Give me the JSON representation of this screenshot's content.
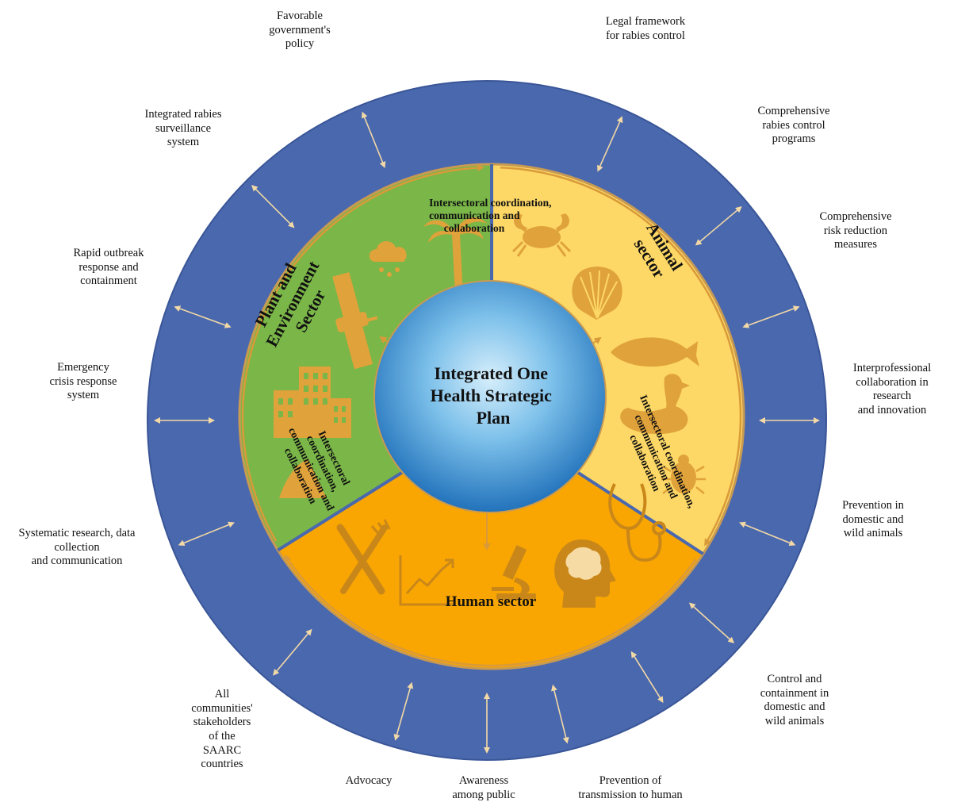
{
  "center": {
    "lines": [
      "Integrated One",
      "Health Strategic",
      "Plan"
    ]
  },
  "sectors": {
    "plant": {
      "title_lines": [
        "Plant and",
        "Environment",
        "Sector"
      ],
      "color": "#7ab648"
    },
    "animal": {
      "title_lines": [
        "Animal",
        "sector"
      ],
      "color": "#fdd866"
    },
    "human": {
      "title": "Human sector",
      "color": "#f9a602"
    }
  },
  "coordination": {
    "top_lines": [
      "Intersectoral coordination,",
      "communication and",
      "collaboration"
    ],
    "left_lines": [
      "Intersectoral",
      "coordination,",
      "communication and",
      "collaboration"
    ],
    "right_lines": [
      "Intersectoral coordination,",
      "communication and",
      "collaboration"
    ]
  },
  "outer_labels": [
    {
      "id": "favorable-policy",
      "text": "Favorable\ngovernment's\npolicy"
    },
    {
      "id": "legal-framework",
      "text": "Legal framework\nfor rabies control"
    },
    {
      "id": "surveillance",
      "text": "Integrated rabies\nsurveillance\nsystem"
    },
    {
      "id": "control-programs",
      "text": "Comprehensive\nrabies control\nprograms"
    },
    {
      "id": "risk-reduction",
      "text": "Comprehensive\nrisk reduction\nmeasures"
    },
    {
      "id": "outbreak-response",
      "text": "Rapid outbreak\nresponse and\ncontainment"
    },
    {
      "id": "interprofessional",
      "text": "Interprofessional\ncollaboration in research\nand innovation"
    },
    {
      "id": "emergency",
      "text": "Emergency\ncrisis response\nsystem"
    },
    {
      "id": "prevention-animals",
      "text": "Prevention in\ndomestic and\nwild animals"
    },
    {
      "id": "research-data",
      "text": "Systematic research, data\ncollection\nand communication"
    },
    {
      "id": "control-containment",
      "text": "Control and\ncontainment in\ndomestic and\nwild animals"
    },
    {
      "id": "stakeholders",
      "text": "All\ncommunities'\nstakeholders\nof the\nSAARC\ncountries"
    },
    {
      "id": "advocacy",
      "text": "Advocacy"
    },
    {
      "id": "awareness",
      "text": "Awareness\namong public"
    },
    {
      "id": "prevention-human",
      "text": "Prevention of\ntransmission to human"
    }
  ],
  "icons": {
    "plant": [
      "rain-cloud-icon",
      "palm-tree-icon",
      "satellite-icon",
      "buildings-icon",
      "mountain-icon"
    ],
    "animal": [
      "crab-icon",
      "seashell-icon",
      "fish-icon",
      "duck-icon",
      "beetle-icon"
    ],
    "human": [
      "fork-knife-icon",
      "growth-chart-icon",
      "microscope-icon",
      "brain-head-icon",
      "stethoscope-icon"
    ]
  },
  "colors": {
    "outer_ring": "#4a68ad",
    "outer_ring_edge": "#2f4a86",
    "arrow": "#f3d9a6",
    "border": "#c89a52",
    "icon": "#e0a23a",
    "sphere_light": "#bfe3f8",
    "sphere_dark": "#1f78c2"
  }
}
